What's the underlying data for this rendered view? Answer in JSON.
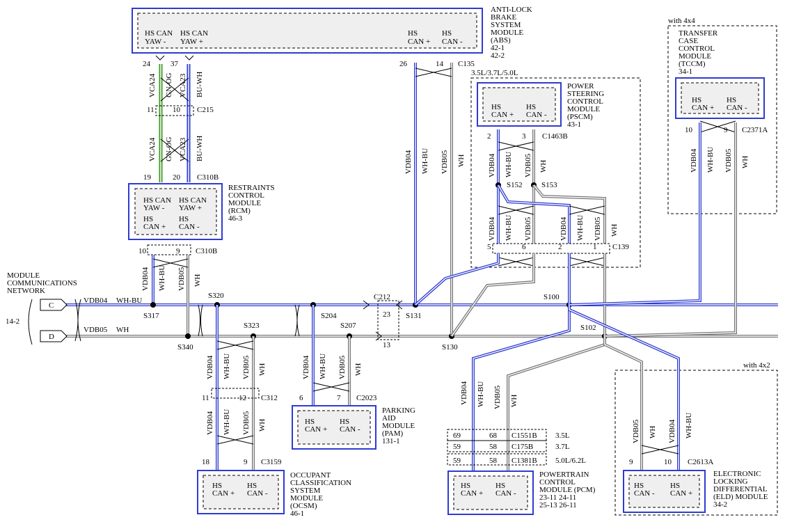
{
  "modules": {
    "abs": {
      "pins": [
        {
          "l1": "HS CAN",
          "l2": "YAW -"
        },
        {
          "l1": "HS CAN",
          "l2": "YAW +"
        },
        {
          "l1": "HS",
          "l2": "CAN +"
        },
        {
          "l1": "HS",
          "l2": "CAN -"
        }
      ],
      "title": [
        "ANTI-LOCK",
        "BRAKE",
        "SYSTEM",
        "MODULE",
        "(ABS)",
        "42-1",
        "42-2"
      ]
    },
    "rcm": {
      "pins": [
        {
          "l1": "HS CAN",
          "l2": "YAW -"
        },
        {
          "l1": "HS CAN",
          "l2": "YAW +"
        },
        {
          "l1": "HS",
          "l2": "CAN +"
        },
        {
          "l1": "HS",
          "l2": "CAN -"
        }
      ],
      "title": [
        "RESTRAINTS",
        "CONTROL",
        "MODULE",
        "(RCM)",
        "46-3"
      ]
    },
    "pscm": {
      "pins": [
        {
          "l1": "HS",
          "l2": "CAN +"
        },
        {
          "l1": "HS",
          "l2": "CAN -"
        }
      ],
      "title": [
        "POWER",
        "STEERING",
        "CONTROL",
        "MODULE",
        "(PSCM)",
        "43-1"
      ]
    },
    "tccm": {
      "pins": [
        {
          "l1": "HS",
          "l2": "CAN +"
        },
        {
          "l1": "HS",
          "l2": "CAN -"
        }
      ],
      "title": [
        "TRANSFER",
        "CASE",
        "CONTROL",
        "MODULE",
        "(TCCM)",
        "34-1"
      ]
    },
    "pam": {
      "pins": [
        {
          "l1": "HS",
          "l2": "CAN +"
        },
        {
          "l1": "HS",
          "l2": "CAN -"
        }
      ],
      "title": [
        "PARKING",
        "AID",
        "MODULE",
        "(PAM)",
        "131-1"
      ]
    },
    "ocsm": {
      "pins": [
        {
          "l1": "HS",
          "l2": "CAN +"
        },
        {
          "l1": "HS",
          "l2": "CAN -"
        }
      ],
      "title": [
        "OCCUPANT",
        "CLASSIFICATION",
        "SYSTEM",
        "MODULE",
        "(OCSM)",
        "46-1"
      ]
    },
    "pcm": {
      "pins": [
        {
          "l1": "HS",
          "l2": "CAN +"
        },
        {
          "l1": "HS",
          "l2": "CAN -"
        }
      ],
      "title": [
        "POWERTRAIN",
        "CONTROL",
        "MODULE (PCM)",
        "23-11    24-11",
        "25-13    26-11"
      ]
    },
    "eld": {
      "pins": [
        {
          "l1": "HS",
          "l2": "CAN -"
        },
        {
          "l1": "HS",
          "l2": "CAN +"
        }
      ],
      "title": [
        "ELECTRONIC",
        "LOCKING",
        "DIFFERENTIAL",
        "(ELD) MODULE",
        "34-2"
      ]
    }
  },
  "network": {
    "title": [
      "MODULE",
      "COMMUNICATIONS",
      "NETWORK"
    ],
    "ref": "14-2",
    "conn_c": "C",
    "conn_d": "D"
  },
  "options": {
    "engine": "3.5L/3.7L/5.0L",
    "with4x4": "with 4x4",
    "with4x2": "with 4x2"
  },
  "pcm_connectors": [
    {
      "p1": "69",
      "p2": "68",
      "c": "C1551B",
      "eng": "3.5L"
    },
    {
      "p1": "59",
      "p2": "58",
      "c": "C175B",
      "eng": "3.7L"
    },
    {
      "p1": "59",
      "p2": "58",
      "c": "C1381B",
      "eng": "5.0L/6.2L"
    }
  ],
  "connectors": {
    "c135": "C135",
    "c215": "C215",
    "c310b_top": "C310B",
    "c310b_bot": "C310B",
    "c1463b": "C1463B",
    "c2371a": "C2371A",
    "c139": "C139",
    "c212": "C212",
    "c312": "C312",
    "c2023": "C2023",
    "c3159": "C3159",
    "c2613a": "C2613A"
  },
  "splices": {
    "s317": "S317",
    "s320": "S320",
    "s340": "S340",
    "s323": "S323",
    "s204": "S204",
    "s207": "S207",
    "s131": "S131",
    "s130": "S130",
    "s100": "S100",
    "s102": "S102",
    "s152": "S152",
    "s153": "S153"
  },
  "pins": {
    "abs_24": "24",
    "abs_37": "37",
    "abs_26": "26",
    "abs_14": "14",
    "c215_11": "11",
    "c215_10": "10",
    "c310b_19": "19",
    "c310b_20": "20",
    "rcm_10": "10",
    "rcm_9": "9",
    "pscm_2": "2",
    "pscm_3": "3",
    "tccm_10": "10",
    "tccm_9": "9",
    "c139_5": "5",
    "c139_6": "6",
    "c139_2": "2",
    "c139_1": "1",
    "c212_23": "23",
    "c212_13": "13",
    "c312_11": "11",
    "c312_12": "12",
    "c2023_6": "6",
    "c2023_7": "7",
    "c3159_18": "18",
    "c3159_9": "9",
    "c2613a_9": "9",
    "c2613a_10": "10"
  },
  "wires": {
    "vca24": "VCA24",
    "gnog": "GN-OG",
    "vca23": "VCA23",
    "buwh": "BU-WH",
    "vdb04": "VDB04",
    "whbu": "WH-BU",
    "vdb05": "VDB05",
    "wh": "WH"
  },
  "colors": {
    "module_border": "#2e3bd1",
    "can_hi": "#2e3bd1",
    "green": "#3c9a1e"
  }
}
